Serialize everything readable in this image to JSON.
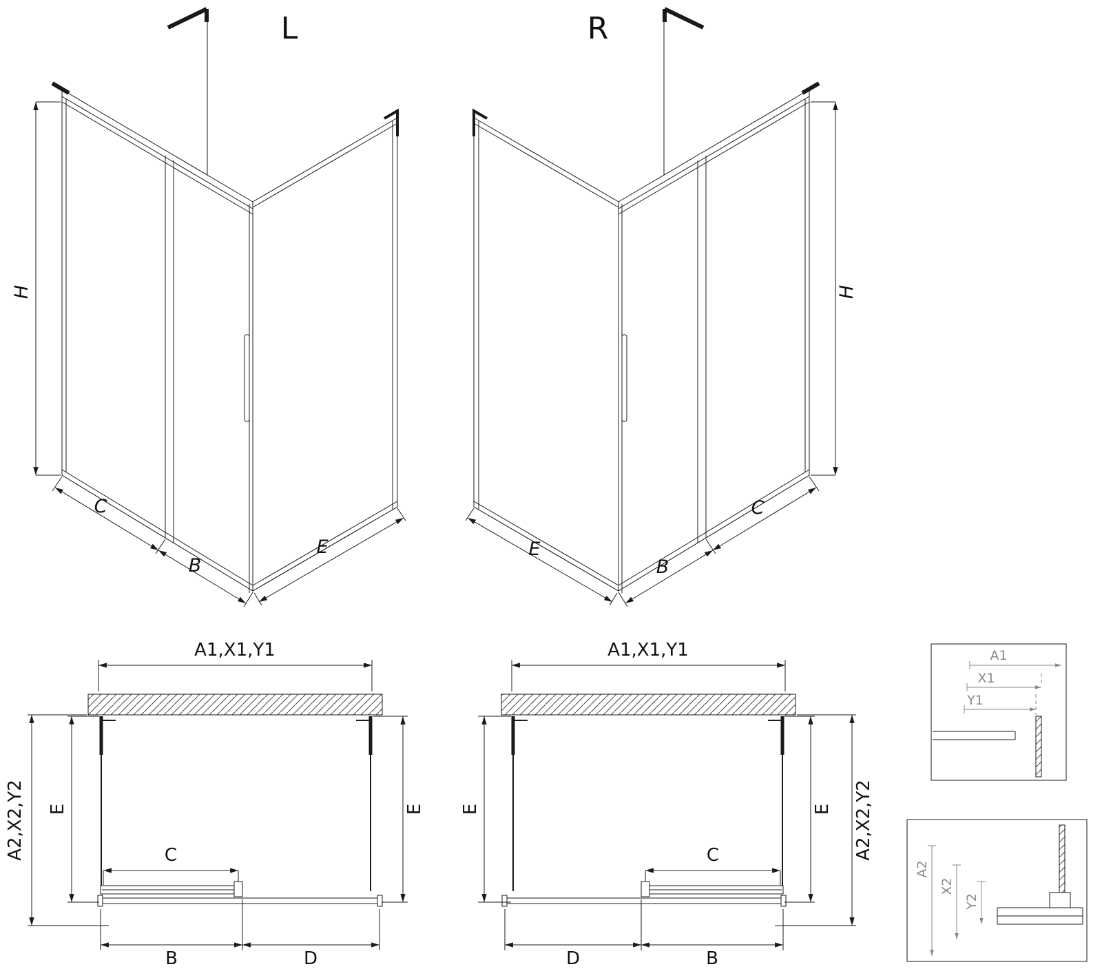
{
  "iso_left": {
    "variant": "L",
    "h": "H",
    "c": "C",
    "b": "B",
    "e": "E"
  },
  "iso_right": {
    "variant": "R",
    "h": "H",
    "c": "C",
    "b": "B",
    "e": "E"
  },
  "plan_left": {
    "a1": "A1,X1,Y1",
    "a2": "A2,X2,Y2",
    "e_left": "E",
    "e_right": "E",
    "c": "C",
    "b": "B",
    "d": "D"
  },
  "plan_right": {
    "a1": "A1,X1,Y1",
    "a2": "A2,X2,Y2",
    "e_left": "E",
    "e_right": "E",
    "c": "C",
    "b": "B",
    "d": "D"
  },
  "detail_top": {
    "a1": "A1",
    "x1": "X1",
    "y1": "Y1"
  },
  "detail_bottom": {
    "a2": "A2",
    "x2": "X2",
    "y2": "Y2"
  },
  "colors": {
    "line": "#1a1a1a",
    "detail": "#8a8a8a",
    "background": "#ffffff"
  }
}
